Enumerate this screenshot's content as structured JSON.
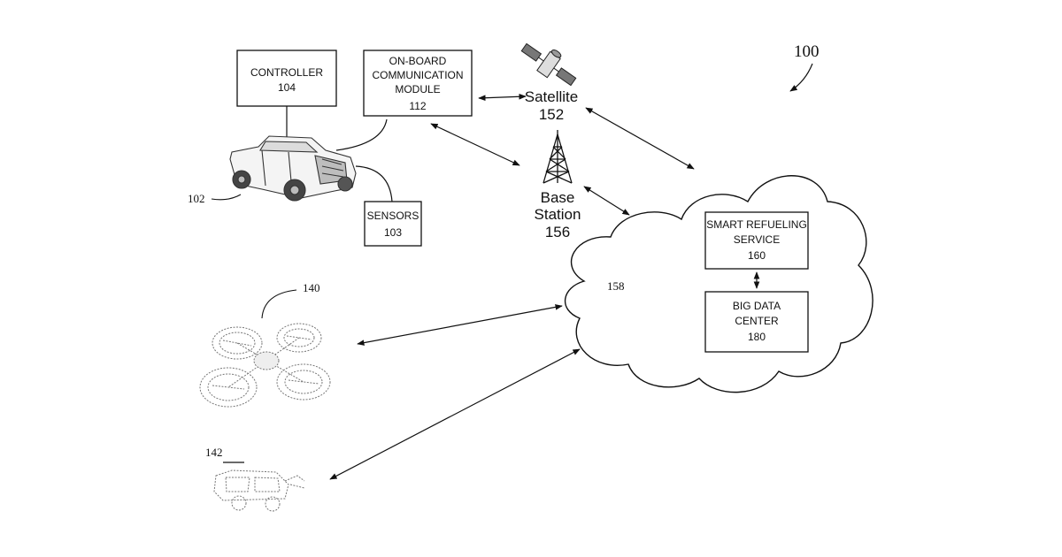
{
  "figure_ref": "100",
  "boxes": {
    "controller": {
      "lines": [
        "CONTROLLER",
        "104"
      ]
    },
    "comm_module": {
      "lines": [
        "ON-BOARD",
        "COMMUNICATION",
        "MODULE",
        "112"
      ]
    },
    "sensors": {
      "lines": [
        "SENSORS",
        "103"
      ]
    },
    "refueling": {
      "lines": [
        "SMART REFUELING",
        "SERVICE",
        "160"
      ]
    },
    "bigdata": {
      "lines": [
        "BIG DATA",
        "CENTER",
        "180"
      ]
    }
  },
  "satellite": {
    "lines": [
      "Satellite",
      "152"
    ],
    "icon": "satellite-icon"
  },
  "base_station": {
    "lines": [
      "Base",
      "Station",
      "156"
    ],
    "icon": "cell-tower-icon"
  },
  "refs": {
    "vehicle": "102",
    "cloud": "158",
    "drone": "140",
    "ground_robot": "142"
  },
  "icons": [
    "pickup-truck-icon",
    "drone-icon",
    "ground-robot-icon",
    "cloud-icon"
  ]
}
